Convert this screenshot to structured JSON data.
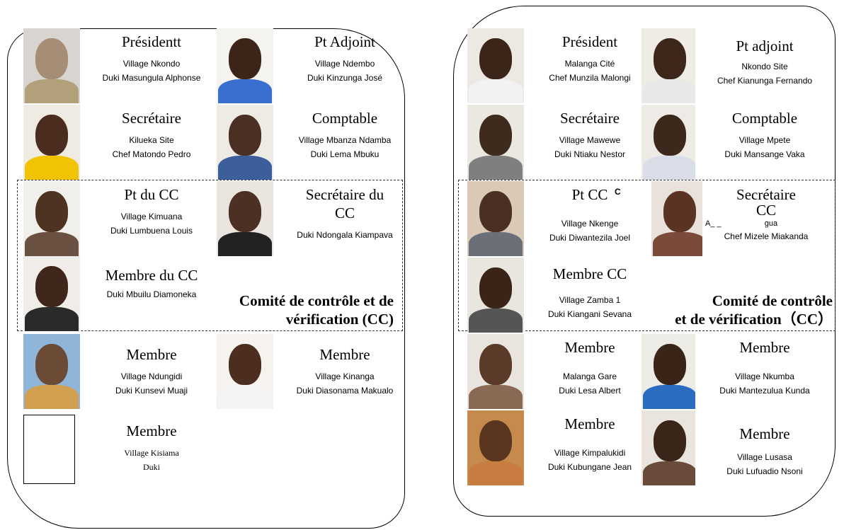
{
  "left": {
    "members": [
      {
        "role": "Présidentt",
        "line1": "Village Nkondo",
        "line2": "Duki Masungula Alphonse",
        "skin": "#a58d76",
        "bg": "#d8d5d0",
        "shirt": "#b1a07a"
      },
      {
        "role": "Pt Adjoint",
        "line1": "Village Ndembo",
        "line2": "Duki Kinzunga José",
        "skin": "#3d2418",
        "bg": "#f5f3ef",
        "shirt": "#3a6fd0"
      },
      {
        "role": "Secrétaire",
        "line1": "Kilueka Site",
        "line2": "Chef Matondo Pedro",
        "skin": "#4a2d1e",
        "bg": "#efeae2",
        "shirt": "#f2c300"
      },
      {
        "role": "Comptable",
        "line1": "Village Mbanza Ndamba",
        "line2": "Duki Lema Mbuku",
        "skin": "#4a2f22",
        "bg": "#eeebe5",
        "shirt": "#3c5f9c"
      },
      {
        "role": "Pt du CC",
        "line1": "Village Kimuana",
        "line2": "Duki Lumbuena Louis",
        "skin": "#4f3322",
        "bg": "#f1efe9",
        "shirt": "#6a5040"
      },
      {
        "role": "Secrétaire du CC",
        "line1": "",
        "line2": "Duki Ndongala Kiampava",
        "skin": "#4b3023",
        "bg": "#eae6df",
        "shirt": "#222222"
      },
      {
        "role": "Membre du CC",
        "line1": "",
        "line2": "Duki Mbuilu Diamoneka",
        "skin": "#3f271b",
        "bg": "#f0ede8",
        "shirt": "#2a2a2a"
      },
      {
        "role": "Membre",
        "line1": "Village Ndungidi",
        "line2": "Duki Kunsevi Muaji",
        "skin": "#6b4a36",
        "bg": "#8fb6d9",
        "shirt": "#d0a050"
      },
      {
        "role": "Membre",
        "line1": "Village Kinanga",
        "line2": "Duki Diasonama Makualo",
        "skin": "#4b2e20",
        "bg": "#f6f3ee",
        "shirt": "#f4f4f4"
      },
      {
        "role": "Membre",
        "line1": "Village Kisiama",
        "line2": "Duki",
        "skin": "",
        "bg": "",
        "shirt": ""
      }
    ],
    "cc_label_line1": "Comité de contrôle et de",
    "cc_label_line2": "vérification (CC)"
  },
  "right": {
    "members": [
      {
        "role": "Président",
        "line1": "Malanga Cité",
        "line2": "Chef Munzila Malongi",
        "skin": "#3b2418",
        "bg": "#ece9e3",
        "shirt": "#f2f2f2"
      },
      {
        "role": "Pt adjoint",
        "line1": "Nkondo Site",
        "line2": "Chef Kianunga Fernando",
        "skin": "#3d261a",
        "bg": "#efece6",
        "shirt": "#e8e8e8"
      },
      {
        "role": "Secrétaire",
        "line1": "Village Mawewe",
        "line2": "Duki Ntiaku Nestor",
        "skin": "#3f2a1e",
        "bg": "#ebe8e1",
        "shirt": "#7f7f7f"
      },
      {
        "role": "Comptable",
        "line1": "Village Mpete",
        "line2": "Duki Mansange Vaka",
        "skin": "#3d281c",
        "bg": "#eeebe6",
        "shirt": "#d8dde8"
      },
      {
        "role": "Pt CC",
        "line1": "Village Nkenge",
        "line2": "Duki Diwantezila Joel",
        "skin": "#4a2f22",
        "bg": "#d9c9b6",
        "shirt": "#6c6f78"
      },
      {
        "role": "Secrétaire CC",
        "line1": "A_ _                    gua",
        "line2": "Chef Mizele Miakanda",
        "skin": "#5a3322",
        "bg": "#e8e2da",
        "shirt": "#7a4a3a"
      },
      {
        "role": "Membre CC",
        "line1": "Village Zamba 1",
        "line2": "Duki Kiangani Sevana",
        "skin": "#3a2418",
        "bg": "#e9e6e0",
        "shirt": "#555555"
      },
      {
        "role": "Membre",
        "line1": "Malanga Gare",
        "line2": "Duki Lesa Albert",
        "skin": "#5a3a28",
        "bg": "#e9e5de",
        "shirt": "#8a6a55"
      },
      {
        "role": "Membre",
        "line1": "Village Nkumba",
        "line2": "Duki Mantezulua Kunda",
        "skin": "#3a2418",
        "bg": "#ecebe6",
        "shirt": "#2a6dc0"
      },
      {
        "role": "Membre",
        "line1": "Village Kimpalukidi",
        "line2": "Duki Kubungane Jean",
        "skin": "#5a3520",
        "bg": "#c58a4c",
        "shirt": "#c87c40"
      },
      {
        "role": "Membre",
        "line1": "Village Lusasa",
        "line2": "Duki Lufuadio Nsoni",
        "skin": "#3a2519",
        "bg": "#e9e4dd",
        "shirt": "#6a4a3a"
      }
    ],
    "cc_label_line1": "Comité de contrôle",
    "cc_label_line2": "et de vérification（CC）",
    "stray_mark": "C"
  }
}
